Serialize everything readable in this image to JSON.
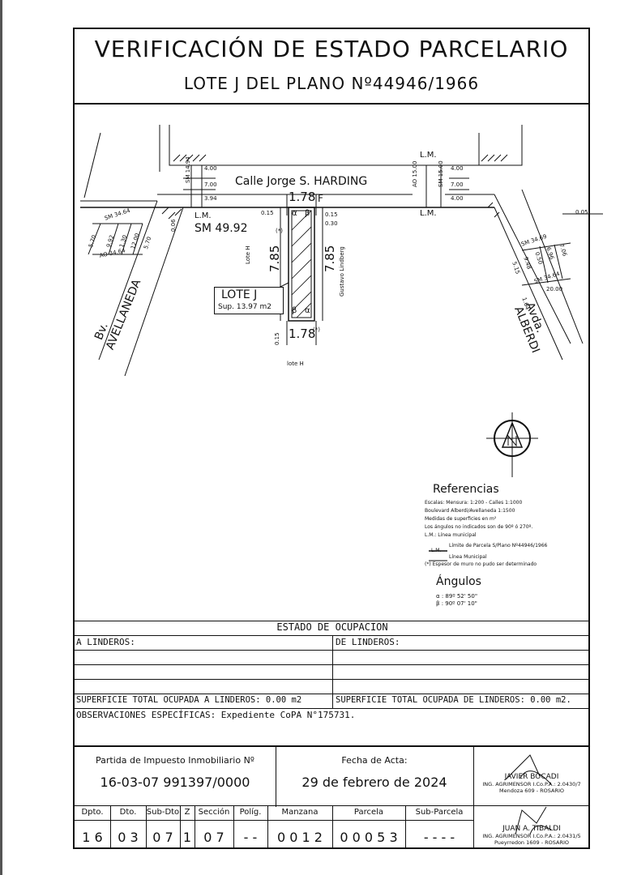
{
  "header": {
    "title": "VERIFICACIÓN DE ESTADO PARCELARIO",
    "subtitle": "LOTE J DEL PLANO Nº44946/1966"
  },
  "plan": {
    "street_top": "Calle Jorge S. HARDING",
    "avenue_left_1": "Bv.",
    "avenue_left_2": "AVELLANEDA",
    "avenue_right_1": "Avda.",
    "avenue_right_2": "ALBERDI",
    "lm": "L.M.",
    "lm_left": "L.M.",
    "lm_right_top": "L.M.",
    "lm_right": "L.M.",
    "dim_400_l": "4.00",
    "dim_700_l": "7.00",
    "dim_394_l": "3.94",
    "dim_400_r": "4.00",
    "dim_700_r": "7.00",
    "dim_400_r2": "4.00",
    "sm_1494": "SM 14.94",
    "sm_1500": "SM 15.00",
    "ao_1500": "AO 15.00",
    "front": "1.78",
    "back": "1.78",
    "point_f": "F",
    "sm_4992": "SM 49.92",
    "dim_015_l": "0.15",
    "dim_015_r": "0.15",
    "dim_030": "0.30",
    "dim_015_b": "0.15",
    "side_l": "7.85",
    "side_r": "7.85",
    "alpha_tl": "α",
    "beta_tr": "β",
    "beta_bl": "β",
    "alpha_br": "α",
    "note_star": "(*)",
    "note_star2": "(*)",
    "lote_h_left": "Lote H",
    "neighbor_right": "Gustavo Lindberg",
    "lote_h_bottom": "lote H",
    "lote_j": "LOTE J",
    "sup": "Sup. 13.97 m2",
    "dim_006": "0.06",
    "sm_3464_l": "SM 34.64",
    "ao_3464_l": "AO 34.64",
    "dim_570_a": "5.70",
    "dim_992": "9.92",
    "dim_130": "1.30",
    "dim_1200": "12.00",
    "dim_570_b": "5.70",
    "dim_005": "0.05",
    "sm_3469": "SM 34.69",
    "sm_3464_r": "SM 34.64",
    "dim_2000": "20.00",
    "dim_706": "7.06",
    "dim_696": "6.96",
    "dim_050": "0.50",
    "dim_948": "9.48",
    "dim_515": "5.15",
    "dim_164": "1.64"
  },
  "references": {
    "title": "Referencias",
    "lines": [
      "Escalas: Mensura: 1:200 - Calles 1:1000",
      "Boulevard Alberdi/Avellaneda 1:1500",
      "Medidas de superficies en m²",
      "Los ángulos no indicados son de 90º ó 270º.",
      "L.M.: Línea municipal"
    ],
    "legend_parcel": "Límite de Parcela S/Plano Nº44946/1966",
    "legend_lm_tag": "L.M.",
    "legend_lm": "Línea Municipal",
    "legend_star": "(*) Espesor de muro no pudo ser determinado",
    "angles_title": "Ángulos",
    "alpha": "α : 89º 52' 50\"",
    "beta": "β : 90º 07' 10\""
  },
  "ocupacion": {
    "title": "ESTADO DE OCUPACION",
    "a_linderos": "A LINDEROS:",
    "de_linderos": "DE LINDEROS:",
    "sup_a": "SUPERFICIE TOTAL OCUPADA A LINDEROS: 0.00 m2",
    "sup_de": "SUPERFICIE TOTAL OCUPADA DE LINDEROS: 0.00 m2."
  },
  "observaciones": "OBSERVACIONES ESPECÍFICAS: Expediente CoPA N°175731.",
  "partida": {
    "label": "Partida de Impuesto Inmobiliario Nº",
    "value": "16-03-07 991397/0000"
  },
  "fecha": {
    "label": "Fecha de Acta:",
    "value": "29 de febrero de 2024"
  },
  "catastro": {
    "headers": [
      "Dpto.",
      "Dto.",
      "Sub-Dto",
      "Z",
      "Sección",
      "Políg.",
      "Manzana",
      "Parcela",
      "Sub-Parcela"
    ],
    "values": [
      "1 6",
      "0 3",
      "0 7",
      "1",
      "0 7",
      "- -",
      "0 0 1 2",
      "0 0 0 5 3",
      "- - - -"
    ]
  },
  "signatures": [
    {
      "name": "JAVIER BOCADI",
      "title": "ING. AGRIMENSOR I.Co.P.A.: 2.0430/7",
      "address": "Mendoza 609 - ROSARIO"
    },
    {
      "name": "JUAN A. TIBALDI",
      "title": "ING. AGRIMENSOR I.Co.P.A.: 2.0431/5",
      "address": "Pueyrredon 1609 - ROSARIO"
    }
  ]
}
